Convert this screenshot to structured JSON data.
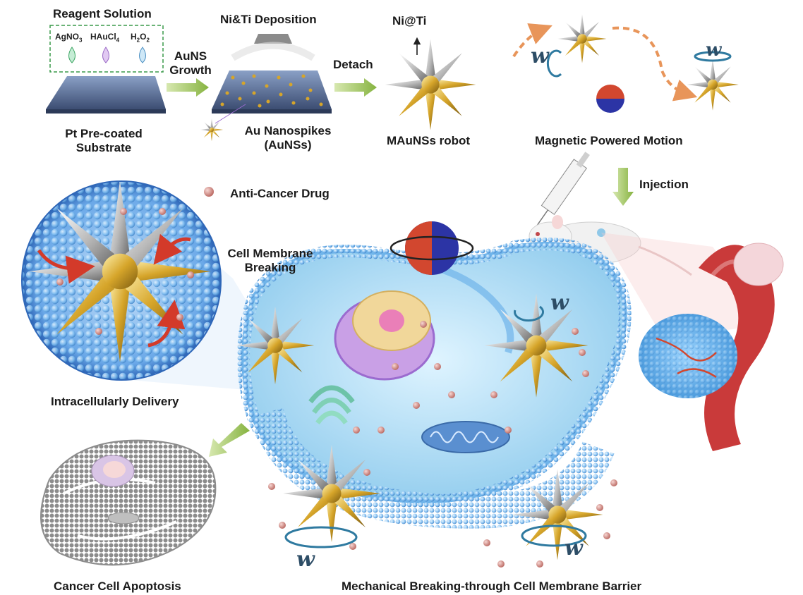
{
  "labels": {
    "reagent_solution": "Reagent Solution",
    "agno3": "AgNO",
    "agno3_sub": "3",
    "haucl4": "HAuCl",
    "haucl4_sub": "4",
    "h2o2_h": "H",
    "h2o2_sub1": "2",
    "h2o2_o": "O",
    "h2o2_sub2": "2",
    "substrate_line1": "Pt Pre-coated",
    "substrate_line2": "Substrate",
    "ausn_growth_line1": "AuNS",
    "ausn_growth_line2": "Growth",
    "deposition": "Ni&Ti Deposition",
    "nanospikes_line1": "Au Nanospikes",
    "nanospikes_line2": "(AuNSs)",
    "detach": "Detach",
    "niti": "Ni@Ti",
    "robot": "MAuNSs robot",
    "magnetic_motion": "Magnetic Powered Motion",
    "injection": "Injection",
    "anti_cancer_drug": "Anti-Cancer Drug",
    "membrane_breaking_line1": "Cell Membrane",
    "membrane_breaking_line2": "Breaking",
    "intracellular_delivery": "Intracellularly Delivery",
    "apoptosis": "Cancer Cell Apoptosis",
    "mechanical_breaking": "Mechanical Breaking-through Cell Membrane Barrier",
    "omega": "w"
  },
  "colors": {
    "gold": "#c9a227",
    "silver": "#b8b8b8",
    "membrane_blue": "#6fb4ea",
    "drug_pink": "#d99a94",
    "arrow_green": "#9cc25a",
    "arrow_orange": "#e8955a",
    "vessel_red": "#c93a3a"
  }
}
